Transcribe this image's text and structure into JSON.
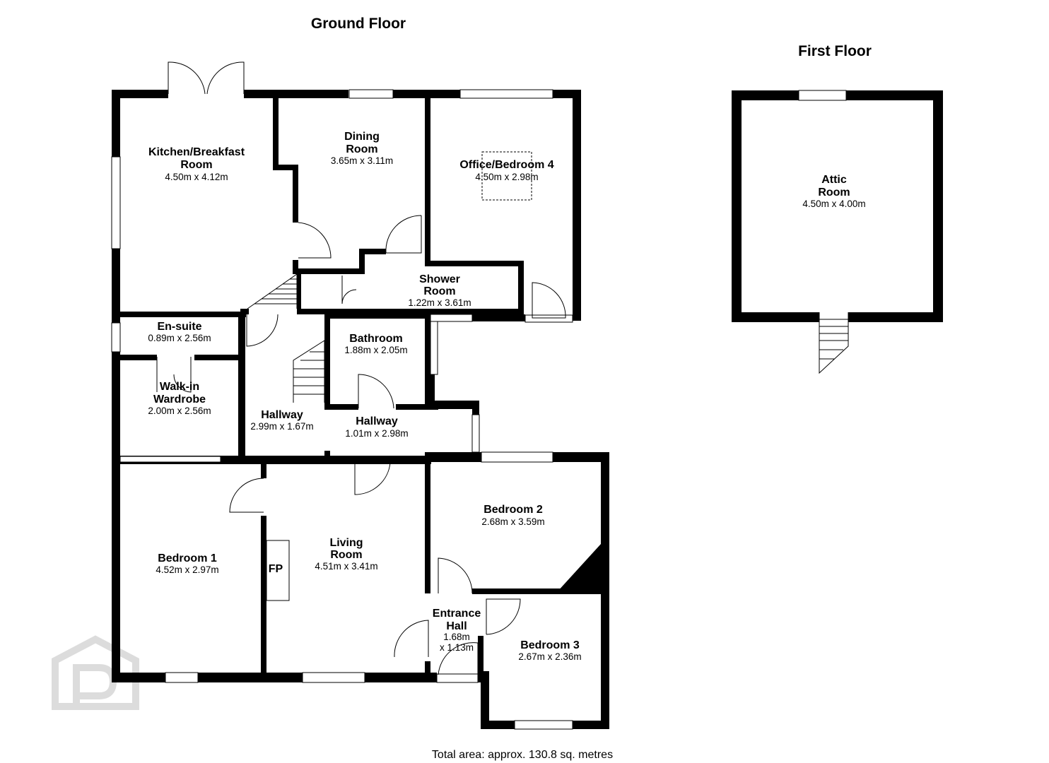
{
  "floors": {
    "ground_label": "Ground Floor",
    "first_label": "First Floor"
  },
  "rooms": {
    "kitchen": {
      "name1": "Kitchen/Breakfast",
      "name2": "Room",
      "dim": "4.50m x 4.12m"
    },
    "dining": {
      "name1": "Dining",
      "name2": "Room",
      "dim": "3.65m x 3.11m"
    },
    "office": {
      "name1": "Office/Bedroom 4",
      "dim": "4.50m x 2.98m"
    },
    "shower": {
      "name1": "Shower",
      "name2": "Room",
      "dim": "1.22m x 3.61m"
    },
    "ensuite": {
      "name1": "En-suite",
      "dim": "0.89m x 2.56m"
    },
    "walkin": {
      "name1": "Walk-in",
      "name2": "Wardrobe",
      "dim": "2.00m x 2.56m"
    },
    "bathroom": {
      "name1": "Bathroom",
      "dim": "1.88m x 2.05m"
    },
    "hallway1": {
      "name1": "Hallway",
      "dim": "2.99m x 1.67m"
    },
    "hallway2": {
      "name1": "Hallway",
      "dim": "1.01m x 2.98m"
    },
    "bedroom1": {
      "name1": "Bedroom 1",
      "dim": "4.52m x 2.97m"
    },
    "living": {
      "name1": "Living",
      "name2": "Room",
      "dim": "4.51m x 3.41m",
      "fp": "FP"
    },
    "bedroom2": {
      "name1": "Bedroom 2",
      "dim": "2.68m x 3.59m"
    },
    "entrance": {
      "name1": "Entrance",
      "name2": "Hall",
      "dim1": "1.68m",
      "dim2": "x 1.13m"
    },
    "bedroom3": {
      "name1": "Bedroom 3",
      "dim": "2.67m x 2.36m"
    },
    "attic": {
      "name1": "Attic",
      "name2": "Room",
      "dim": "4.50m x 4.00m"
    }
  },
  "footer": {
    "total_area": "Total area: approx. 130.8 sq. metres"
  }
}
